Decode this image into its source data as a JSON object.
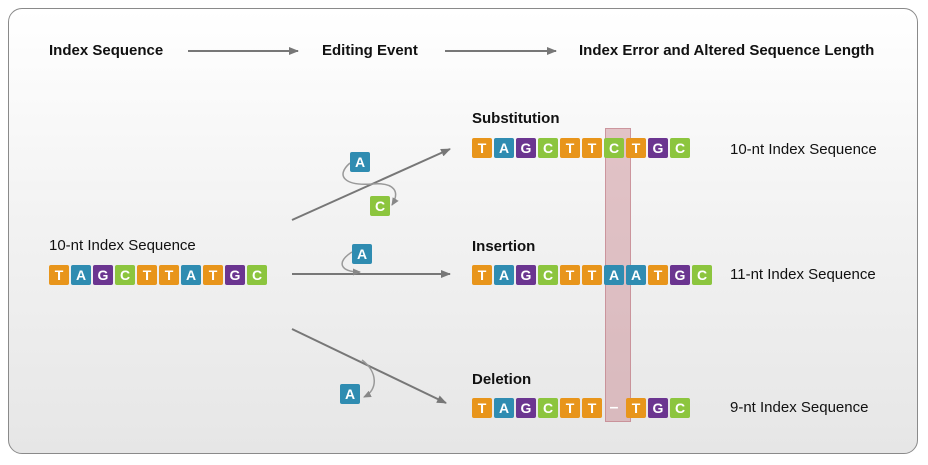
{
  "headers": {
    "index_sequence": "Index Sequence",
    "editing_event": "Editing Event",
    "index_error": "Index Error and Altered Sequence Length"
  },
  "source": {
    "label": "10-nt Index Sequence",
    "sequence": [
      "T",
      "A",
      "G",
      "C",
      "T",
      "T",
      "A",
      "T",
      "G",
      "C"
    ]
  },
  "events": {
    "substitution": {
      "title": "Substitution",
      "sequence": [
        "T",
        "A",
        "G",
        "C",
        "T",
        "T",
        "C",
        "T",
        "G",
        "C"
      ],
      "result": "10-nt Index Sequence",
      "from_base": "A",
      "to_base": "C"
    },
    "insertion": {
      "title": "Insertion",
      "sequence": [
        "T",
        "A",
        "G",
        "C",
        "T",
        "T",
        "A",
        "A",
        "T",
        "G",
        "C"
      ],
      "result": "11-nt Index Sequence",
      "base": "A"
    },
    "deletion": {
      "title": "Deletion",
      "sequence": [
        "T",
        "A",
        "G",
        "C",
        "T",
        "T",
        "–",
        "T",
        "G",
        "C"
      ],
      "result": "9-nt Index Sequence",
      "base": "A"
    }
  },
  "colors": {
    "T": "#e8951b",
    "A": "#2f8cb1",
    "G": "#6b3590",
    "C": "#8cc53e",
    "highlight": "#d9a5ab"
  }
}
